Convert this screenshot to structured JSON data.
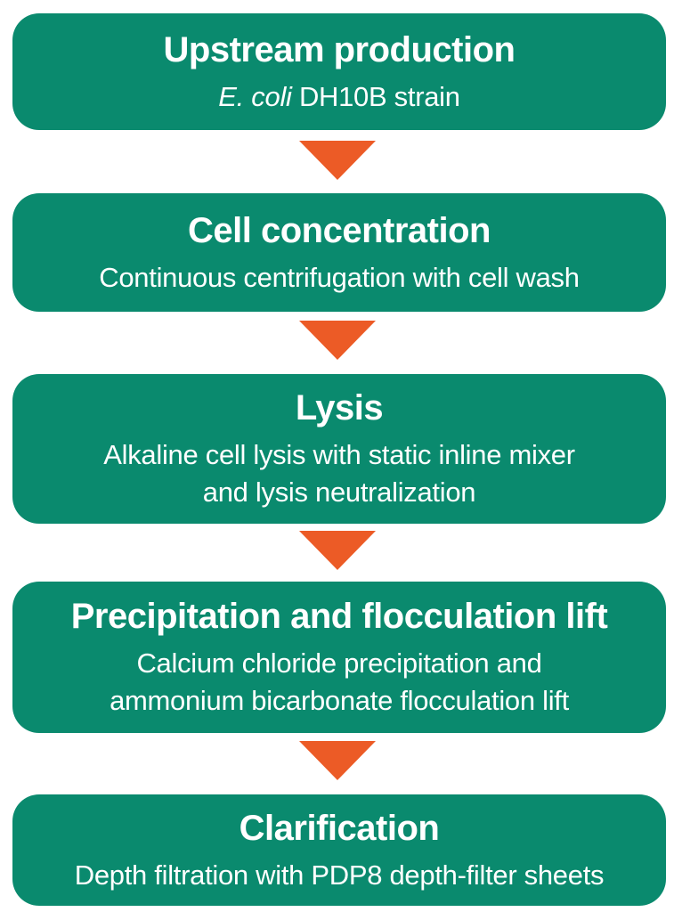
{
  "colors": {
    "box_green": "#0A8A6E",
    "arrow_orange": "#EC5B26",
    "text_white": "#FFFFFF",
    "background": "#FFFFFF"
  },
  "flowchart": {
    "connector_icon": "down-triangle",
    "steps": [
      {
        "title": "Upstream production",
        "subtitle_em": "E. coli",
        "subtitle_rest": " DH10B strain"
      },
      {
        "title": "Cell concentration",
        "subtitle_lines": [
          "Continuous centrifugation with cell wash"
        ]
      },
      {
        "title": "Lysis",
        "subtitle_lines": [
          "Alkaline cell lysis with static inline mixer",
          "and lysis neutralization"
        ]
      },
      {
        "title": "Precipitation and flocculation lift",
        "subtitle_lines": [
          "Calcium chloride precipitation and",
          "ammonium bicarbonate flocculation lift"
        ]
      },
      {
        "title": "Clarification",
        "subtitle_lines": [
          "Depth filtration with PDP8 depth-filter sheets"
        ]
      }
    ]
  }
}
